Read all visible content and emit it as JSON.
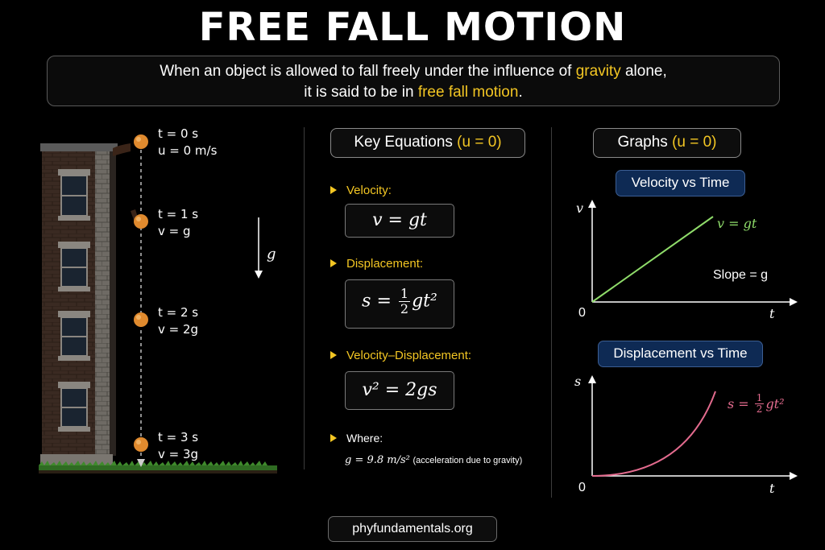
{
  "title": "FREE FALL MOTION",
  "intro": {
    "line1_before": "When an object is allowed to fall freely under the influence of ",
    "line1_highlight": "gravity",
    "line1_after": " alone,",
    "line2_before": "it is said to be in ",
    "line2_highlight": "free fall motion",
    "line2_after": "."
  },
  "fall": {
    "gravity_label": "g",
    "times": [
      {
        "t": "t = 0 s",
        "v": "u = 0 m/s"
      },
      {
        "t": "t = 1 s",
        "v": "v = g"
      },
      {
        "t": "t = 2 s",
        "v": "v = 2g"
      },
      {
        "t": "t = 3 s",
        "v": "v = 3g"
      }
    ]
  },
  "equations": {
    "heading": "Key Equations ",
    "heading_cond": "(u = 0)",
    "velocity_label": "Velocity:",
    "velocity_eq": "v = gt",
    "displacement_label": "Displacement:",
    "displacement_lhs": "s = ",
    "displacement_num": "1",
    "displacement_den": "2",
    "displacement_rhs": "gt²",
    "vd_label": "Velocity–Displacement:",
    "vd_eq": "v² = 2gs",
    "where_label": "Where:",
    "where_g": "g = 9.8 m/s²",
    "where_desc": "(acceleration due to gravity)"
  },
  "graphs": {
    "heading": "Graphs ",
    "heading_cond": "(u = 0)",
    "velocity_title": "Velocity vs Time",
    "velocity_ylabel": "v",
    "velocity_xlabel": "t",
    "velocity_origin": "0",
    "velocity_line_label": "v = gt",
    "velocity_slope": "Slope = g",
    "displacement_title": "Displacement vs Time",
    "displacement_ylabel": "s",
    "displacement_xlabel": "t",
    "displacement_origin": "0",
    "displacement_lhs": "s = ",
    "displacement_num": "1",
    "displacement_den": "2",
    "displacement_rhs": "gt²"
  },
  "footer": "phyfundamentals.org",
  "colors": {
    "accent": "#f3c623",
    "velocity_line": "#8fdc6a",
    "displacement_curve": "#e36b8e",
    "navy_box": "#0e2a54"
  }
}
